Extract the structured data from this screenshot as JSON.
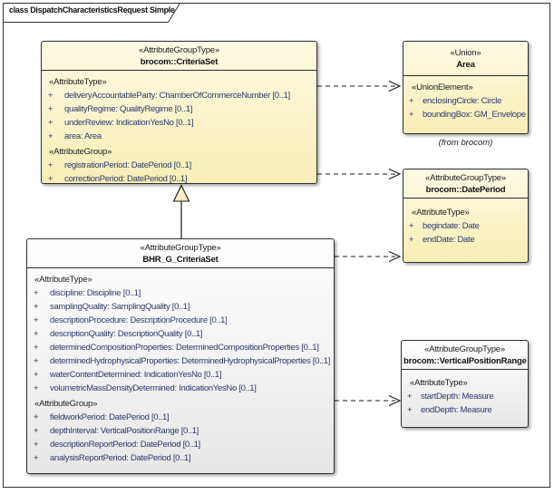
{
  "frame": {
    "title": "class DispatchCharacteristicsRequest Simple"
  },
  "ui": {
    "visibility_symbol": "+"
  },
  "classes": {
    "criteriaset": {
      "stereotype": "«AttributeGroupType»",
      "name": "brocom::CriteriaSet",
      "sections": [
        {
          "stereotype": "«AttributeType»",
          "attributes": [
            "deliveryAccountableParty: ChamberOfCommerceNumber [0..1]",
            "qualityRegime: QualityRegime [0..1]",
            "underReview: IndicationYesNo [0..1]",
            "area: Area"
          ]
        },
        {
          "stereotype": "«AttributeGroup»",
          "attributes": [
            "registrationPeriod: DatePeriod [0..1]",
            "correctionPeriod: DatePeriod [0..1]"
          ]
        }
      ]
    },
    "area": {
      "stereotype": "«Union»",
      "name": "Area",
      "sections": [
        {
          "stereotype": "«UnionElement»",
          "attributes": [
            "enclosingCircle: Circle",
            "boundingBox: GM_Envelope"
          ]
        }
      ]
    },
    "dateperiod": {
      "stereotype": "«AttributeGroupType»",
      "name": "brocom::DatePeriod",
      "sections": [
        {
          "stereotype": "«AttributeType»",
          "attributes": [
            "begindate: Date",
            "endDate: Date"
          ]
        }
      ]
    },
    "bhr": {
      "stereotype": "«AttributeGroupType»",
      "name": "BHR_G_CriteriaSet",
      "sections": [
        {
          "stereotype": "«AttributeType»",
          "attributes": [
            "discipline: Discipline [0..1]",
            "samplingQuality: SamplingQuality [0..1]",
            "descriptionProcedure: DescriptionProcedure [0..1]",
            "descriptionQuality: DescriptionQuality [0..1]",
            "determinedCompositionProperties: DeterminedCompositionProperties [0..1]",
            "determinedHydrophysicalProperties: DeterminedHydrophysicalProperties [0..1]",
            "waterContentDetermined: IndicationYesNo [0..1]",
            "volumetricMassDensityDetermined: IndicationYesNo [0..1]"
          ]
        },
        {
          "stereotype": "«AttributeGroup»",
          "attributes": [
            "fieldworkPeriod: DatePeriod [0..1]",
            "depthInterval: VerticalPositionRange [0..1]",
            "descriptionReportPeriod: DatePeriod [0..1]",
            "analysisReportPeriod: DatePeriod [0..1]"
          ]
        }
      ]
    },
    "vpr": {
      "stereotype": "«AttributeGroupType»",
      "name": "brocom::VerticalPositionRange",
      "sections": [
        {
          "stereotype": "«AttributeType»",
          "attributes": [
            "startDepth: Measure",
            "endDepth: Measure"
          ]
        }
      ]
    }
  },
  "notes": {
    "from_brocom": "(from brocom)"
  },
  "relationships": [
    {
      "type": "dependency-dashed",
      "from": "brocom::CriteriaSet",
      "to": "Area"
    },
    {
      "type": "dependency-dashed",
      "from": "brocom::CriteriaSet",
      "to": "brocom::DatePeriod"
    },
    {
      "type": "dependency-dashed",
      "from": "BHR_G_CriteriaSet",
      "to": "brocom::DatePeriod"
    },
    {
      "type": "dependency-dashed",
      "from": "BHR_G_CriteriaSet",
      "to": "brocom::VerticalPositionRange"
    },
    {
      "type": "generalization",
      "from": "BHR_G_CriteriaSet",
      "to": "brocom::CriteriaSet"
    }
  ],
  "colors": {
    "class_fill_yellow_top": "#fdfae4",
    "class_fill_yellow_bottom": "#f8eeb6",
    "class_fill_white_top": "#ffffff",
    "class_fill_white_bottom": "#e7e7e7",
    "border": "#2e2e2e",
    "attribute_text": "#2c3a6b",
    "header_text": "#111111",
    "triangle_fill": "#f8eebe"
  }
}
